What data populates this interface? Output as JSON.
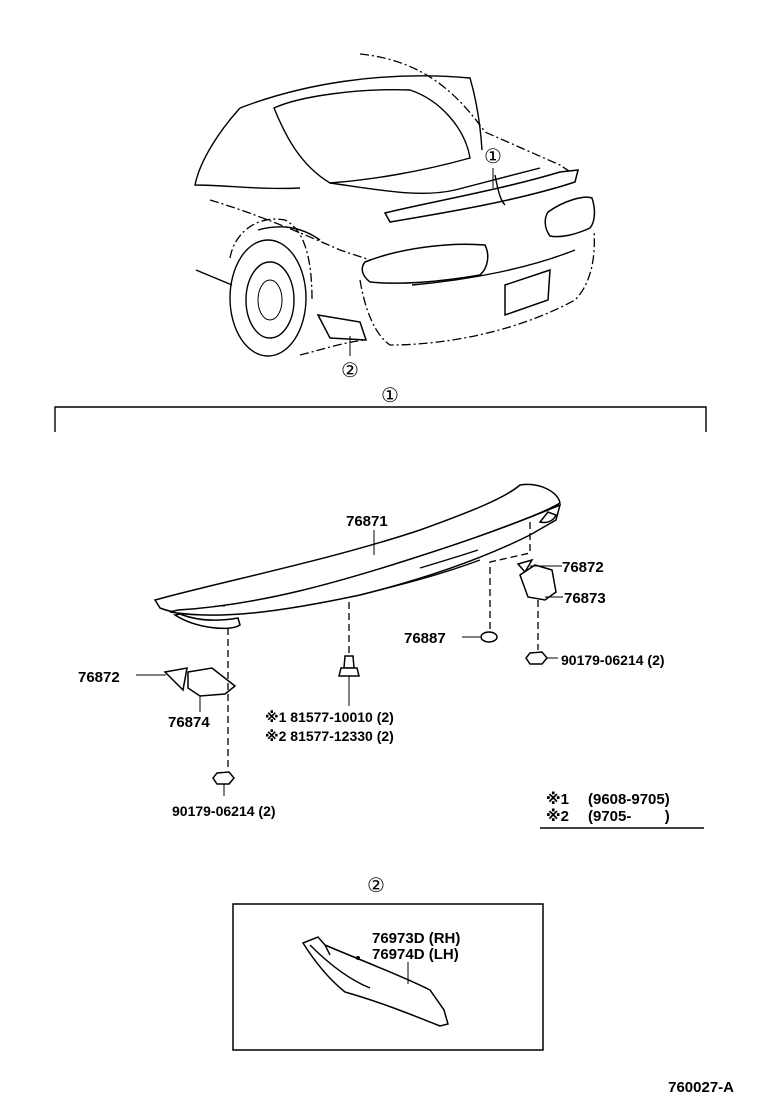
{
  "callouts": {
    "c1_car": "①",
    "c2_car": "②",
    "c1_group": "①",
    "c2_group": "②"
  },
  "parts": {
    "spoiler": "76871",
    "bracket_upper": "76872",
    "bracket_right": "76873",
    "bracket_left_label": "76872",
    "bracket_left": "76874",
    "grommet": "76887",
    "nut_right": "90179-06214 (2)",
    "nut_left": "90179-06214 (2)",
    "clip1": "※1  81577-10010 (2)",
    "clip2": "※2  81577-12330 (2)",
    "mudguard_rh": "76973D (RH)",
    "mudguard_lh": "76974D (LH)"
  },
  "legend": {
    "row1_mark": "※1",
    "row1_range": "(9608-9705)",
    "row2_mark": "※2",
    "row2_range": "(9705-        )"
  },
  "figure_id": "760027-A"
}
